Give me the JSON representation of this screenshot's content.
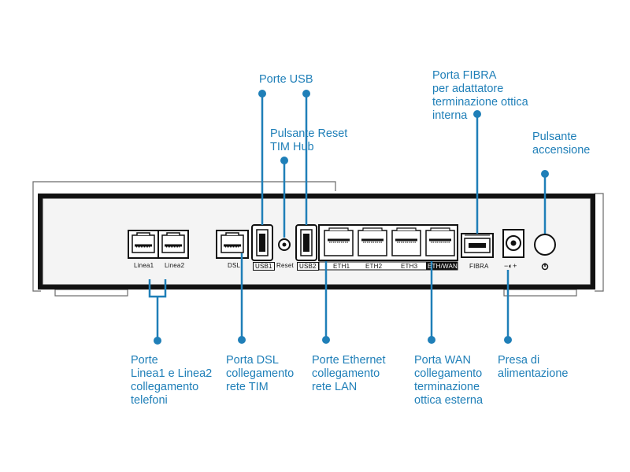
{
  "callouts": {
    "usb": [
      "Porte USB"
    ],
    "reset": [
      "Pulsante Reset",
      "TIM Hub"
    ],
    "fibra": [
      "Porta FIBRA",
      "per adattatore",
      "terminazione ottica",
      "interna"
    ],
    "power_button": [
      "Pulsante",
      "accensione"
    ],
    "linea": [
      "Porte",
      "Linea1 e Linea2",
      "collegamento",
      "telefoni"
    ],
    "dsl": [
      "Porta DSL",
      "collegamento",
      "rete TIM"
    ],
    "ethernet": [
      "Porte Ethernet",
      "collegamento",
      "rete LAN"
    ],
    "wan": [
      "Porta WAN",
      "collegamento",
      "terminazione",
      "ottica esterna"
    ],
    "power_socket": [
      "Presa di",
      "alimentazione"
    ]
  },
  "port_labels": {
    "linea1": "Linea1",
    "linea2": "Linea2",
    "dsl": "DSL",
    "usb1": "USB1",
    "reset": "Reset",
    "usb2": "USB2",
    "eth1": "ETH1",
    "eth2": "ETH2",
    "eth3": "ETH3",
    "eth_wan": "ETH/WAN",
    "fibra": "FIBRA",
    "power_symbol": "−◐+"
  },
  "colors": {
    "accent": "#1f7fb8",
    "device_body": "#111111",
    "device_outline": "#555555"
  }
}
